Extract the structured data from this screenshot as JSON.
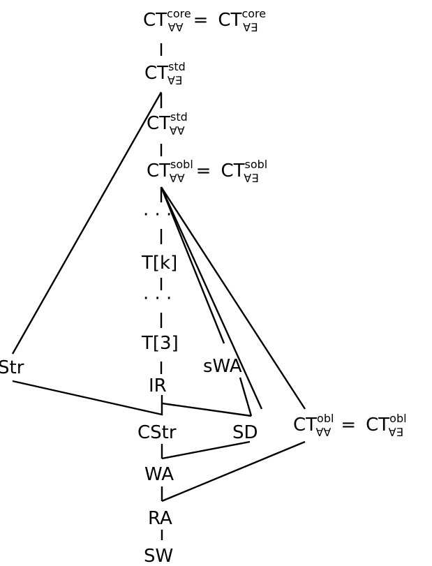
{
  "nodes": {
    "ct_core": {
      "base1": "CT",
      "sup1": "core",
      "sub1": "∀∀",
      "eq": "=",
      "base2": "CT",
      "sup2": "core",
      "sub2": "∀∃"
    },
    "ct_std_ae": {
      "base": "CT",
      "sup": "std",
      "sub": "∀∃"
    },
    "ct_std_aa": {
      "base": "CT",
      "sup": "std",
      "sub": "∀∀"
    },
    "ct_sobl": {
      "base1": "CT",
      "sup1": "sobl",
      "sub1": "∀∀",
      "eq": "=",
      "base2": "CT",
      "sup2": "sobl",
      "sub2": "∀∃"
    },
    "dots_upper": "· · ·",
    "tk": "T[k]",
    "dots_lower": "· · ·",
    "t3": "T[3]",
    "str": "Str",
    "swa": "sWA",
    "ir": "IR",
    "cstr": "CStr",
    "sd": "SD",
    "ct_obl": {
      "base1": "CT",
      "sup1": "obl",
      "sub1": "∀∀",
      "eq": "=",
      "base2": "CT",
      "sup2": "obl",
      "sub2": "∀∃"
    },
    "wa": "WA",
    "ra": "RA",
    "sw": "SW"
  }
}
